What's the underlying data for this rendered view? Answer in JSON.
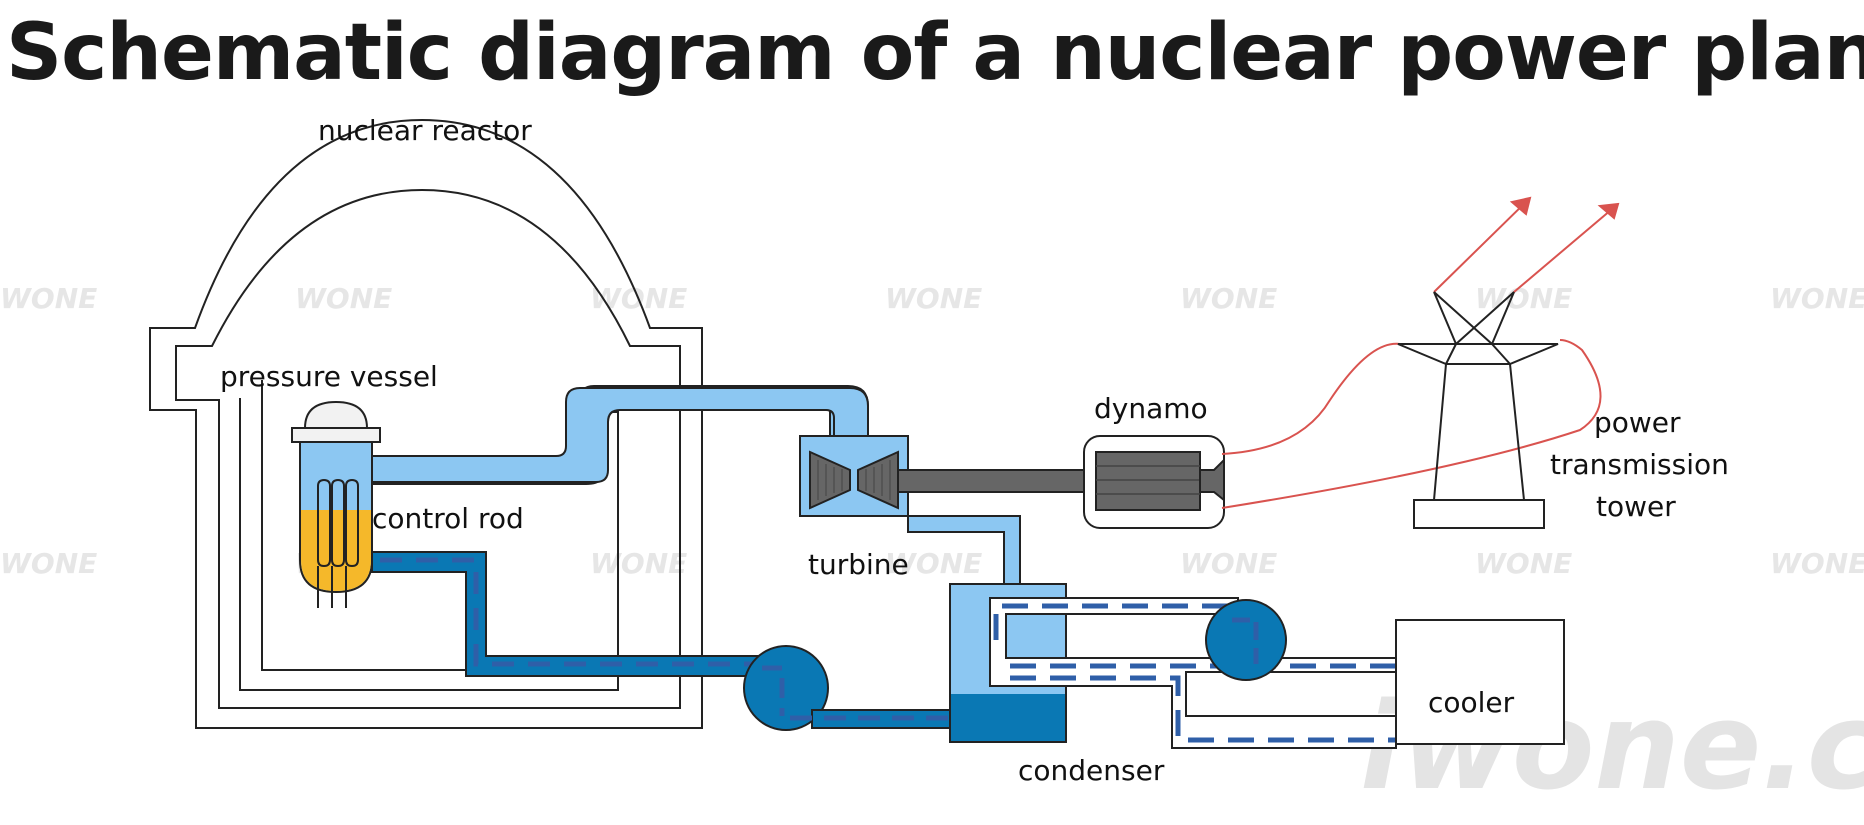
{
  "title": "Schematic diagram of a nuclear power plant",
  "labels": {
    "nuclear_reactor": "nuclear reactor",
    "pressure_vessel": "pressure vessel",
    "control_rod": "control rod",
    "turbine": "turbine",
    "dynamo": "dynamo",
    "power_transmission_tower_line1": "power",
    "power_transmission_tower_line2": "transmission",
    "power_transmission_tower_line3": "tower",
    "condenser": "condenser",
    "cooler": "cooler"
  },
  "watermark": {
    "small": "WONE",
    "large": "iwone.cn"
  },
  "colors": {
    "steam": "#8cc7f2",
    "water": "#0a78b4",
    "pipe_dash": "#2f5fa8",
    "fuel": "#f5b82a",
    "machine": "#666666",
    "power_line": "#d9534f",
    "outline": "#222222"
  }
}
